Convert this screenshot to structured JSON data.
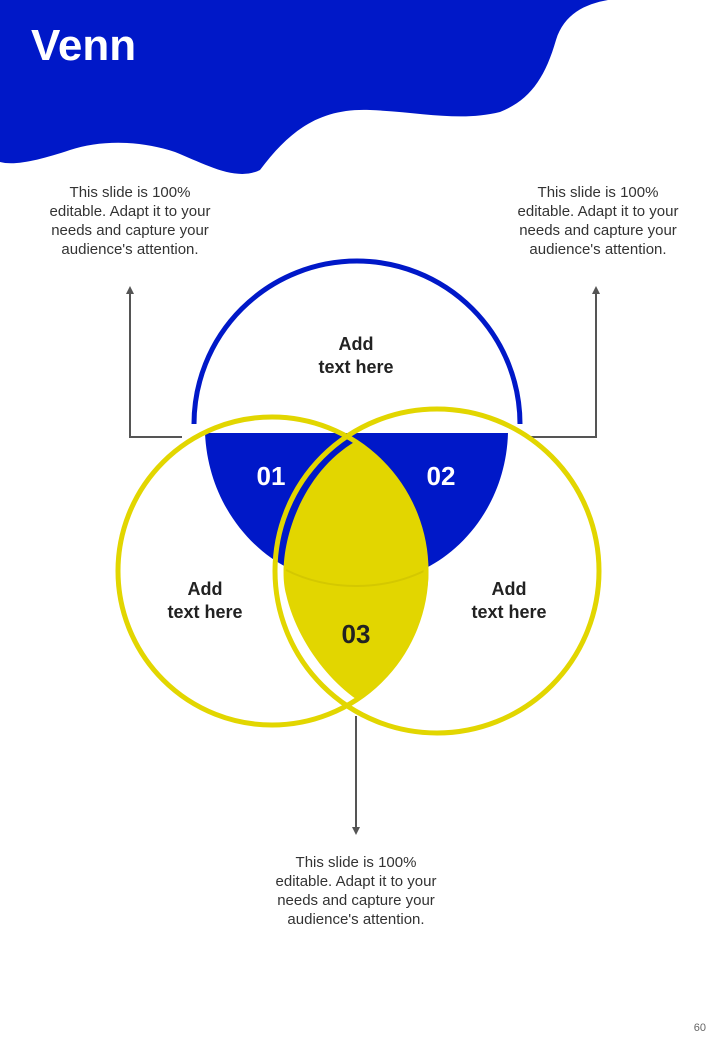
{
  "slide": {
    "title": "Venn",
    "page_number": "60"
  },
  "colors": {
    "primary_blue": "#0018c8",
    "accent_yellow": "#e2d600",
    "connector_gray": "#555555"
  },
  "diagram": {
    "circles": [
      {
        "id": "01",
        "label": "Add\ntext here"
      },
      {
        "id": "02",
        "label": "Add\ntext here"
      },
      {
        "id": "03",
        "label": "Add\ntext here"
      }
    ],
    "center_label": "03",
    "notes": {
      "top_left": "This slide is 100% editable. Adapt it to your needs and capture your audience's attention.",
      "top_right": "This slide is 100% editable. Adapt it to your needs and capture your audience's attention.",
      "bottom": "This slide is 100% editable. Adapt it to your needs and capture your audience's attention."
    }
  }
}
